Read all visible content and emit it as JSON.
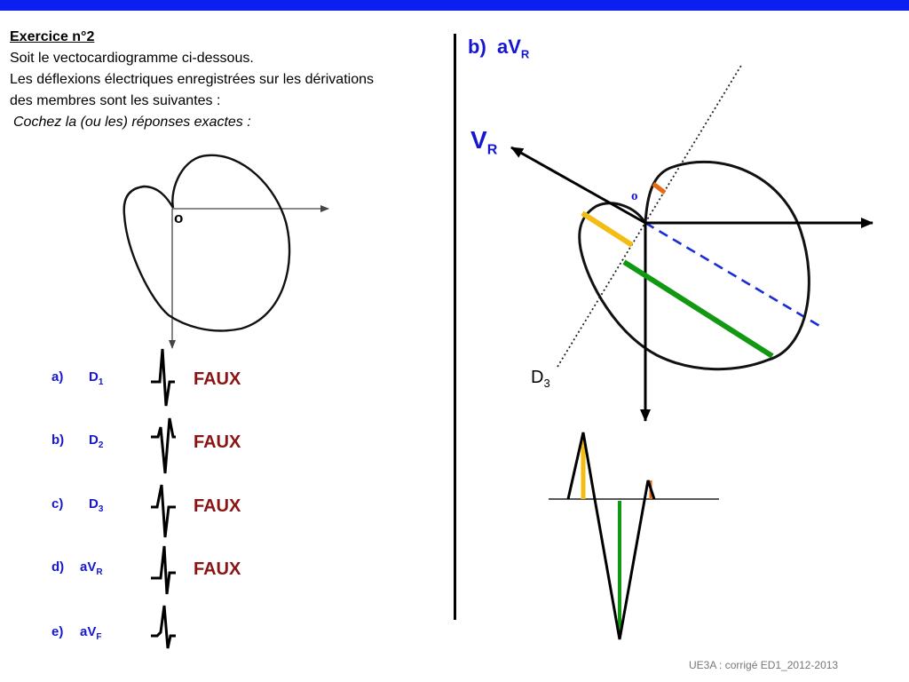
{
  "colors": {
    "topbar": "#0a1ff0",
    "answer_blue": "#1616d2",
    "verdict_red": "#8b1313",
    "yellow": "#f3bd14",
    "green": "#119911",
    "orange": "#e86a10",
    "dashed_blue": "#1a2cd6",
    "footer_gray": "#777777"
  },
  "question": {
    "title": "Exercice n°2",
    "line1": "Soit le vectocardiogramme ci-dessous.",
    "line2": "Les déflexions électriques enregistrées sur les dérivations",
    "line3": "des membres sont les suivantes :",
    "instruction": "Cochez la (ou les) réponses exactes :"
  },
  "left_diagram": {
    "origin": "o"
  },
  "answers": [
    {
      "letter": "a)",
      "lead": "D",
      "lead_sub": "1",
      "verdict": "FAUX"
    },
    {
      "letter": "b)",
      "lead": "D",
      "lead_sub": "2",
      "verdict": "FAUX"
    },
    {
      "letter": "c)",
      "lead": "D",
      "lead_sub": "3",
      "verdict": "FAUX"
    },
    {
      "letter": "d)",
      "lead": "aV",
      "lead_sub": "R",
      "verdict": "FAUX"
    },
    {
      "letter": "e)",
      "lead": "aV",
      "lead_sub": "F",
      "verdict": ""
    }
  ],
  "right_panel": {
    "title_prefix": "b)",
    "title_lead": "aV",
    "title_sub": "R",
    "vr": "V",
    "vr_sub": "R",
    "origin": "o",
    "d3": "D",
    "d3_sub": "3"
  },
  "footer": "UE3A : corrigé ED1_2012-2013"
}
